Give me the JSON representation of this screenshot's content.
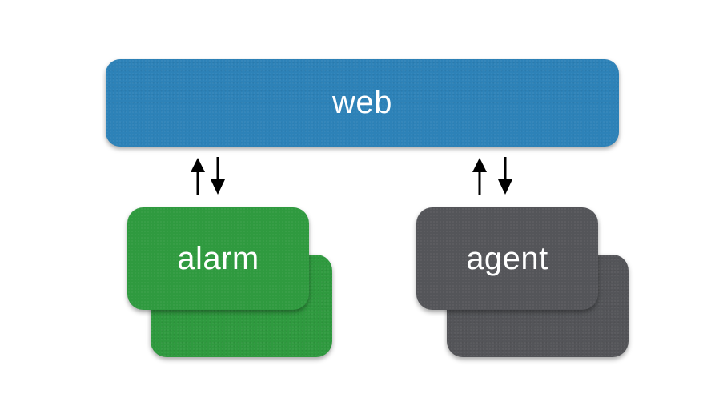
{
  "diagram": {
    "nodes": {
      "web": {
        "label": "web",
        "color": "#2d82b8"
      },
      "alarm": {
        "label": "alarm",
        "color": "#2f9a3f",
        "stacked": true
      },
      "agent": {
        "label": "agent",
        "color": "#545559",
        "stacked": true
      }
    },
    "edges": [
      {
        "from": "alarm",
        "to": "web",
        "direction": "bidirectional"
      },
      {
        "from": "agent",
        "to": "web",
        "direction": "bidirectional"
      }
    ],
    "arrow_color": "#000000"
  }
}
